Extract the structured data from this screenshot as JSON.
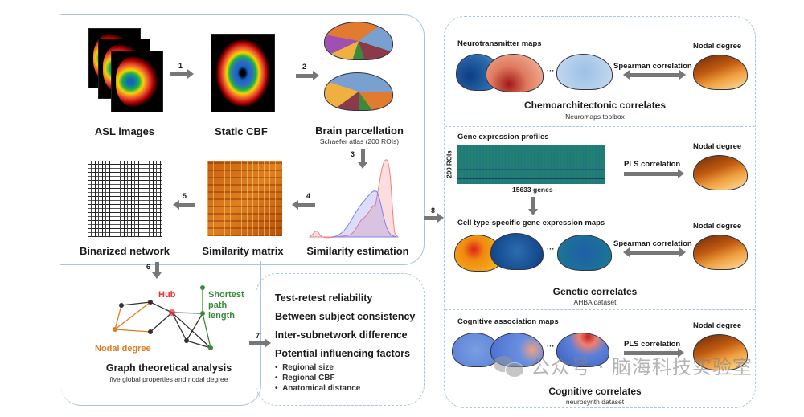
{
  "pipeline": {
    "steps": [
      "1",
      "2",
      "3",
      "4",
      "5",
      "6",
      "7",
      "8"
    ],
    "asl_images": "ASL images",
    "static_cbf": "Static CBF",
    "brain_parcellation": "Brain parcellation",
    "parcellation_sub": "Schaefer atlas (200 ROIs)",
    "similarity_estimation": "Similarity estimation",
    "similarity_matrix": "Similarity matrix",
    "binarized_network": "Binarized network"
  },
  "graph": {
    "hub": "Hub",
    "shortest_path": [
      "Shortest",
      "path",
      "length"
    ],
    "nodal_degree": "Nodal degree",
    "title": "Graph theoretical analysis",
    "subtitle": "five global properties and nodal degree"
  },
  "analyses": {
    "items": [
      "Test-retest reliability",
      "Between subject consistency",
      "Inter-subnetwork difference",
      "Potential influencing factors"
    ],
    "factors": [
      "Regional size",
      "Regional CBF",
      "Anatomical distance"
    ]
  },
  "correlates": {
    "chemo": {
      "maps_label": "Neurotransmitter maps",
      "method": "Spearman correlation",
      "target": "Nodal degree",
      "title": "Chemoarchitectonic correlates",
      "subtitle": "Neuromaps toolbox"
    },
    "gene": {
      "maps_label": "Gene expression profiles",
      "rows_label": "200 ROIs",
      "cols_label": "15633 genes",
      "method": "PLS correlation",
      "target": "Nodal degree"
    },
    "cell": {
      "maps_label": "Cell type-specific gene expression maps",
      "method": "Spearman correlation",
      "target": "Nodal degree",
      "title": "Genetic correlates",
      "subtitle": "AHBA dataset"
    },
    "cognitive": {
      "maps_label": "Cognitive association maps",
      "method": "PLS correlation",
      "target": "Nodal degree",
      "title": "Cognitive correlates",
      "subtitle": "neurosynth dataset"
    },
    "ellipsis": "···"
  },
  "watermark": "公众号 · 脑海科技实验室",
  "colors": {
    "arrow": "#777777",
    "hub": "#e8303a",
    "shortest_path": "#3a8a3a",
    "nodal_degree": "#e07b20",
    "box_border": "#a9c6dc"
  }
}
